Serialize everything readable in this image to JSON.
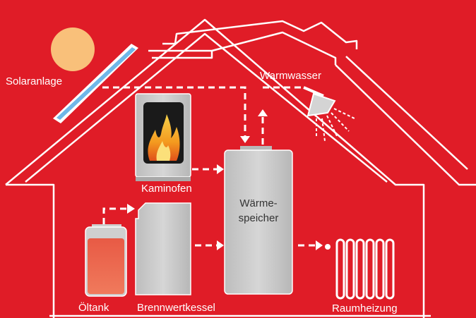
{
  "labels": {
    "solar": "Solaranlage",
    "warmwasser": "Warmwasser",
    "kaminofen": "Kaminofen",
    "speicher_line1": "Wärme-",
    "speicher_line2": "speicher",
    "oeltank": "Öltank",
    "brennwertkessel": "Brennwertkessel",
    "raumheizung": "Raumheizung"
  },
  "colors": {
    "background": "#e01c27",
    "outline": "#ffffff",
    "sun": "#f9c07a",
    "panel": "#6fb7e8",
    "appliance": "#c9c9c9",
    "oil": "#f05a44"
  },
  "icons": [
    "sun-icon",
    "solar-panel-icon",
    "fire-icon",
    "shower-icon",
    "radiator-icon"
  ]
}
